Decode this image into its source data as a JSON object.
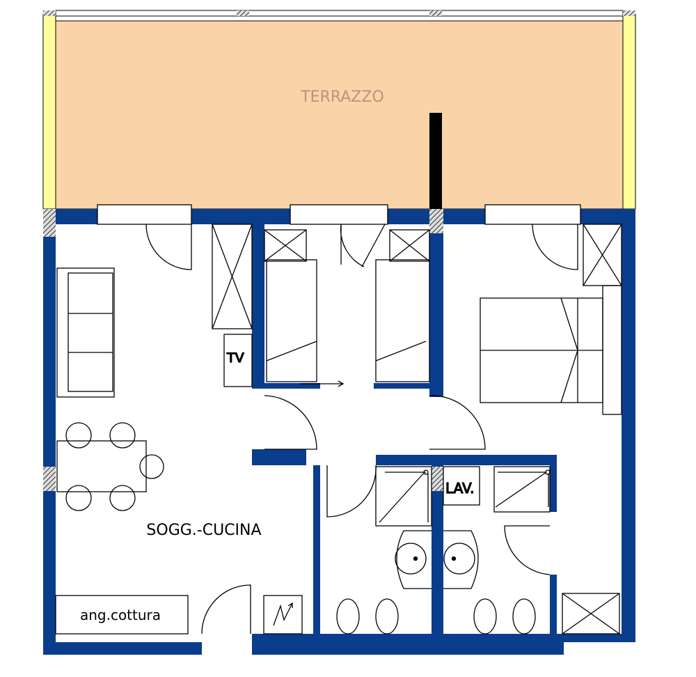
{
  "colors": {
    "wall": "#0a3d8c",
    "terrace": "#fbd3a8",
    "side_strip": "#ffff99",
    "terrace_label": "#b8957a"
  },
  "labels": {
    "terrace": "TERRAZZO",
    "tv": "TV",
    "laundry": "LAV.",
    "living_kitchen": "SOGG.-CUCINA",
    "cooking_corner": "ang.cottura"
  }
}
